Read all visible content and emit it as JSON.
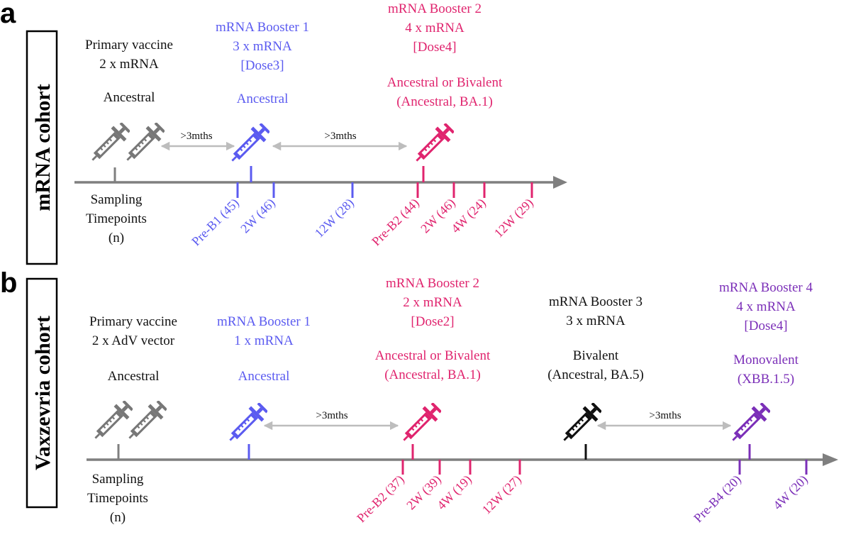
{
  "colors": {
    "axis": "#7f7f7f",
    "primary": "#777777",
    "booster1": "#5b5bf0",
    "booster2": "#e0246e",
    "booster3": "#111111",
    "booster4": "#7b2fb8",
    "interval_arrow": "#bdbdbd"
  },
  "icons": [
    "syringe-icon"
  ],
  "panels": [
    {
      "letter": "a",
      "cohort": "mRNA cohort",
      "primary": {
        "line1": "Primary vaccine",
        "line2": "2 x mRNA",
        "strain": "Ancestral"
      },
      "booster1": {
        "line1": "mRNA Booster 1",
        "line2": "3 x mRNA",
        "line3": "[Dose3]",
        "strain1": "Ancestral"
      },
      "booster2": {
        "line1": "mRNA Booster 2",
        "line2": "4 x mRNA",
        "line3": "[Dose4]",
        "strain1": "Ancestral or Bivalent",
        "strain2": "(Ancestral, BA.1)"
      },
      "gap1": ">3mths",
      "gap2": ">3mths",
      "sampling": {
        "line1": "Sampling",
        "line2": "Timepoints",
        "line3": "(n)"
      },
      "timepoints": [
        "Pre-B1 (45)",
        "2W (46)",
        "12W (28)",
        "Pre-B2 (44)",
        "2W (46)",
        "4W (24)",
        "12W (29)"
      ]
    },
    {
      "letter": "b",
      "cohort": "Vaxzevria cohort",
      "primary": {
        "line1": "Primary vaccine",
        "line2": "2 x AdV vector",
        "strain": "Ancestral"
      },
      "booster1": {
        "line1": "mRNA Booster 1",
        "line2": "1 x mRNA",
        "strain1": "Ancestral"
      },
      "booster2": {
        "line1": "mRNA Booster 2",
        "line2": "2 x mRNA",
        "line3": "[Dose2]",
        "strain1": "Ancestral or Bivalent",
        "strain2": "(Ancestral, BA.1)"
      },
      "booster3": {
        "line1": "mRNA Booster 3",
        "line2": "3 x mRNA",
        "strain1": "Bivalent",
        "strain2": "(Ancestral, BA.5)"
      },
      "booster4": {
        "line1": "mRNA Booster 4",
        "line2": "4 x mRNA",
        "line3": "[Dose4]",
        "strain1": "Monovalent",
        "strain2": "(XBB.1.5)"
      },
      "gap1": ">3mths",
      "gap2": ">3mths",
      "sampling": {
        "line1": "Sampling",
        "line2": "Timepoints",
        "line3": "(n)"
      },
      "timepoints": [
        "Pre-B2 (37)",
        "2W (39)",
        "4W (19)",
        "12W (27)",
        "Pre-B4 (20)",
        "4W (20)"
      ]
    }
  ]
}
